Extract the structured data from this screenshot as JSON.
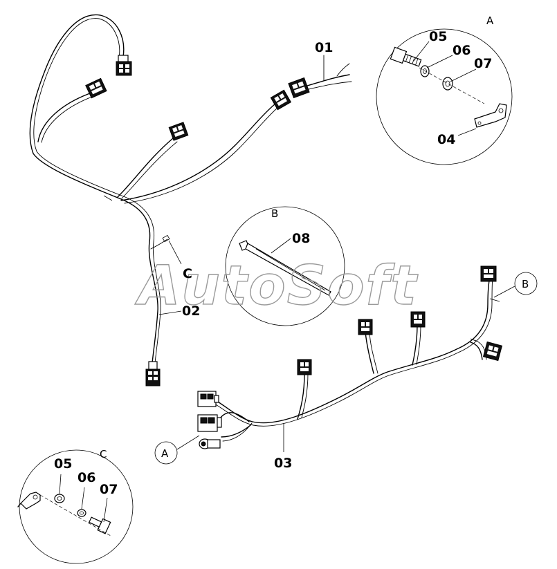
{
  "watermark": "AutoSoft",
  "part_labels": {
    "p01": "01",
    "p02": "02",
    "p03": "03",
    "p04": "04",
    "p05": "05",
    "p06": "06",
    "p07": "07",
    "p08": "08"
  },
  "callouts": {
    "a": "A",
    "b": "B",
    "c": "C"
  },
  "detail_a": {
    "title": "A",
    "labels": [
      "05",
      "06",
      "07",
      "04"
    ]
  },
  "detail_b": {
    "title": "B",
    "labels": [
      "08"
    ]
  },
  "detail_c": {
    "title": "C",
    "labels": [
      "05",
      "06",
      "07"
    ]
  }
}
